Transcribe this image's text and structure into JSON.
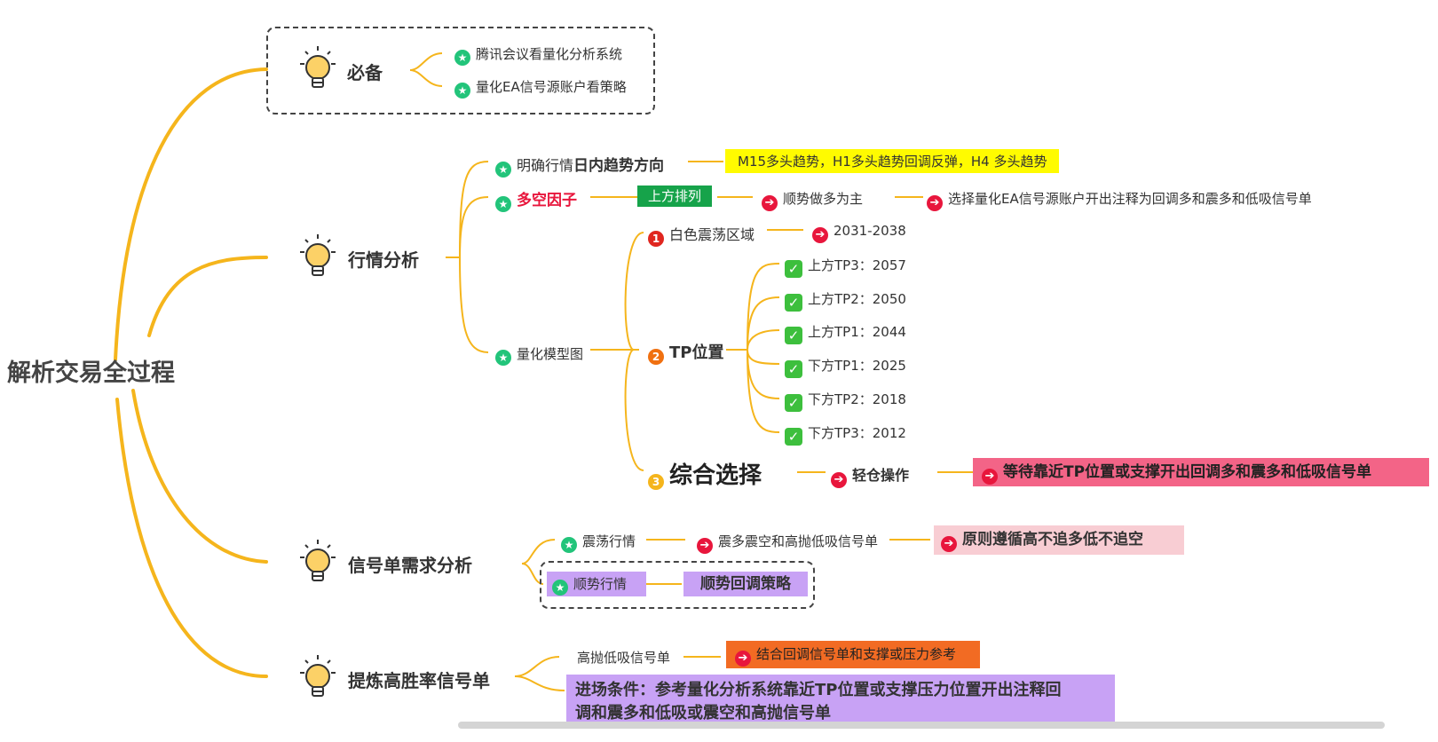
{
  "root": "解析交易全过程",
  "colors": {
    "line": "#f5b51c",
    "yellow_box": "#fffb00",
    "green_box": "#16a34a",
    "pink_box": "#f36487",
    "light_pink_box": "#f8cdd3",
    "purple_box": "#c8a2f5",
    "orange_box": "#f26b23",
    "red_text": "#e8163c"
  },
  "icons": {
    "bulb": "lightbulb-icon",
    "star": "star-badge-icon",
    "arrow": "arrow-right-icon",
    "check": "checkmark-icon"
  },
  "branches": {
    "bibei": {
      "label": "必备",
      "items": [
        "腾讯会议看量化分析系统",
        "量化EA信号源账户看策略"
      ]
    },
    "hangqing": {
      "label": "行情分析",
      "trend": {
        "prefix": "明确行情",
        "bold": "日内趋势方向",
        "value": "M15多头趋势，H1多头趋势回调反弹，H4 多头趋势"
      },
      "factor": {
        "label": "多空因子",
        "tag": "上方排列",
        "step1": "顺势做多为主",
        "step2": "选择量化EA信号源账户开出注释为回调多和震多和低吸信号单"
      },
      "model": {
        "label": "量化模型图",
        "zone": {
          "num": "1",
          "label": "白色震荡区域",
          "value": "2031-2038"
        },
        "tp": {
          "num": "2",
          "label": "TP位置",
          "items": [
            "上方TP3：2057",
            "上方TP2：2050",
            "上方TP1：2044",
            "下方TP1：2025",
            "下方TP2：2018",
            "下方TP3：2012"
          ]
        },
        "choice": {
          "num": "3",
          "label": "综合选择",
          "step1": "轻仓操作",
          "step2": "等待靠近TP位置或支撑开出回调多和震多和低吸信号单"
        }
      }
    },
    "xinhao": {
      "label": "信号单需求分析",
      "range": {
        "label": "震荡行情",
        "step1": "震多震空和高抛低吸信号单",
        "step2": "原则遵循高不追多低不追空"
      },
      "trend": {
        "label": "顺势行情",
        "step1": "顺势回调策略"
      }
    },
    "tilian": {
      "label": "提炼高胜率信号单",
      "item1": {
        "label": "高抛低吸信号单",
        "step1": "结合回调信号单和支撑或压力参考"
      },
      "entry": {
        "line1": "进场条件：参考量化分析系统靠近TP位置或支撑压力位置开出注释回",
        "line2": "调和震多和低吸或震空和高抛信号单"
      }
    }
  }
}
